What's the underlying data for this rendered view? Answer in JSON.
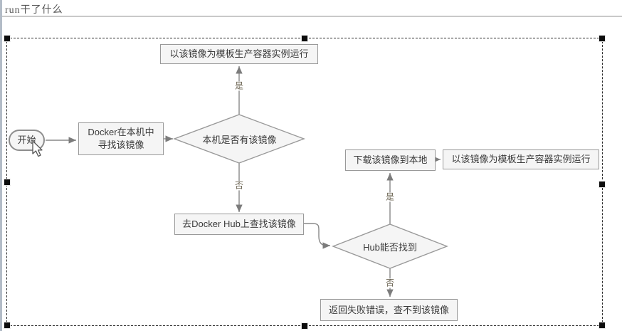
{
  "header": {
    "title": "run干了什么"
  },
  "flowchart": {
    "nodes": {
      "start": {
        "label": "开始"
      },
      "find_local": {
        "line1": "Docker在本机中",
        "line2": "寻找该镜像"
      },
      "has_local": {
        "label": "本机是否有该镜像"
      },
      "run_top": {
        "label": "以该镜像为模板生产容器实例运行"
      },
      "search_hub": {
        "label": "去Docker Hub上查找该镜像"
      },
      "hub_found": {
        "label": "Hub能否找到"
      },
      "download": {
        "label": "下载该镜像到本地"
      },
      "run_right": {
        "label": "以该镜像为模板生产容器实例运行"
      },
      "fail": {
        "label": "返回失败错误，查不到该镜像"
      }
    },
    "edge_labels": {
      "yes1": "是",
      "no1": "否",
      "yes2": "是",
      "no2": "否"
    },
    "colors": {
      "node_fill": "#f5f5f5",
      "node_border": "#999999",
      "connector": "#888888",
      "arrowhead": "#7c7c7c",
      "edge_label_text": "#6f6857",
      "selection_border": "#2b2b2b",
      "handle": "#0d0d0d",
      "left_bar": "#b3bcc7",
      "title_text": "#555555"
    }
  }
}
